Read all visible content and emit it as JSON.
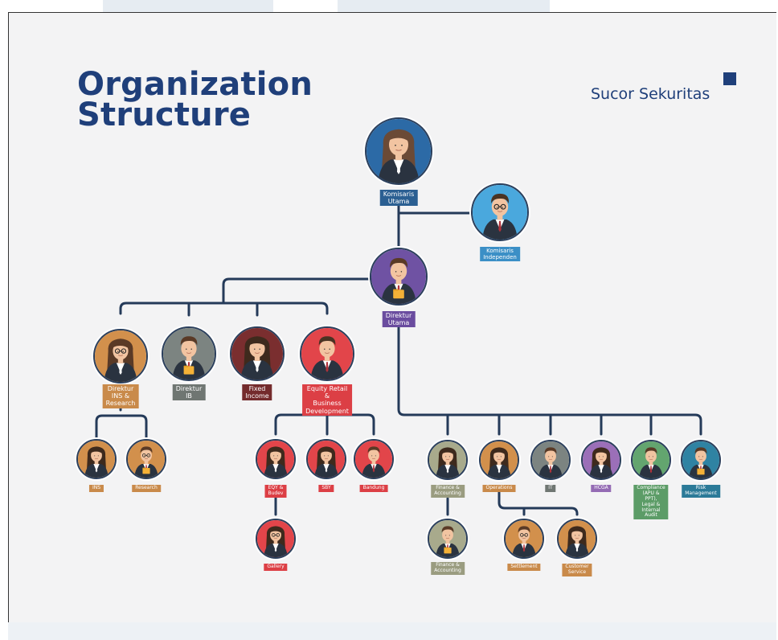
{
  "title": "Organization\nStructure",
  "brand": "Sucor Sekuritas",
  "nodes": [
    {
      "id": "komisaris-utama",
      "label": "Komisaris Utama",
      "bg": "#2c6aa6",
      "lc": "#2b5f92",
      "hair": "#6b4a36",
      "gender": "f",
      "glasses": false,
      "folder": false
    },
    {
      "id": "komisaris-independen",
      "label": "Komisaris Independen",
      "bg": "#4aa8dd",
      "lc": "#3b8fc6",
      "hair": "#4a3323",
      "gender": "m",
      "glasses": true,
      "folder": false
    },
    {
      "id": "direktur-utama",
      "label": "Direktur Utama",
      "bg": "#6f52a3",
      "lc": "#6a4c9f",
      "hair": "#5a3a26",
      "gender": "m",
      "glasses": false,
      "folder": true
    },
    {
      "id": "direktur-ins",
      "label": "Direktur INS &\nResearch",
      "bg": "#d2904c",
      "lc": "#c98a4a",
      "hair": "#5a3a26",
      "gender": "f",
      "glasses": true,
      "folder": false
    },
    {
      "id": "direktur-ib",
      "label": "Direktur IB",
      "bg": "#7c8481",
      "lc": "#6f7672",
      "hair": "#5a3a26",
      "gender": "m",
      "glasses": false,
      "folder": true
    },
    {
      "id": "fixed-income",
      "label": "Fixed Income",
      "bg": "#7a2e2f",
      "lc": "#742b2c",
      "hair": "#3e2a1d",
      "gender": "f",
      "glasses": false,
      "folder": false
    },
    {
      "id": "equity-retail",
      "label": "Equity Retail &\nBusiness Development",
      "bg": "#e2454a",
      "lc": "#dc3f45",
      "hair": "#4a3323",
      "gender": "m",
      "glasses": false,
      "folder": false
    },
    {
      "id": "ins",
      "label": "INS",
      "bg": "#d2904c",
      "lc": "#c98a4a",
      "hair": "#3e2a1d",
      "gender": "f",
      "glasses": false,
      "folder": false
    },
    {
      "id": "research",
      "label": "Research",
      "bg": "#d2904c",
      "lc": "#c98a4a",
      "hair": "#5a3a26",
      "gender": "m",
      "glasses": true,
      "folder": true
    },
    {
      "id": "eqy-budev",
      "label": "EQY & Budev",
      "bg": "#e2454a",
      "lc": "#dc3f45",
      "hair": "#3e2a1d",
      "gender": "f",
      "glasses": false,
      "folder": false
    },
    {
      "id": "sby",
      "label": "SBY",
      "bg": "#e2454a",
      "lc": "#dc3f45",
      "hair": "#3e2a1d",
      "gender": "f",
      "glasses": false,
      "folder": false
    },
    {
      "id": "bandung",
      "label": "Bandung",
      "bg": "#e2454a",
      "lc": "#dc3f45",
      "hair": "#5a3a26",
      "gender": "m",
      "glasses": false,
      "folder": false
    },
    {
      "id": "gallery",
      "label": "Gallery",
      "bg": "#e2454a",
      "lc": "#dc3f45",
      "hair": "#3e2a1d",
      "gender": "f",
      "glasses": true,
      "folder": false
    },
    {
      "id": "finance-accounting",
      "label": "Finance &\nAccounting",
      "bg": "#a8aa8c",
      "lc": "#9a9c80",
      "hair": "#3e2a1d",
      "gender": "f",
      "glasses": false,
      "folder": false
    },
    {
      "id": "operations",
      "label": "Operations",
      "bg": "#d2904c",
      "lc": "#c98a4a",
      "hair": "#3e2a1d",
      "gender": "f",
      "glasses": false,
      "folder": false
    },
    {
      "id": "it",
      "label": "IT",
      "bg": "#7c8481",
      "lc": "#6f7672",
      "hair": "#5a3a26",
      "gender": "m",
      "glasses": false,
      "folder": false
    },
    {
      "id": "hcga",
      "label": "HCGA",
      "bg": "#9b6fb8",
      "lc": "#946bb4",
      "hair": "#3e2a1d",
      "gender": "f",
      "glasses": false,
      "folder": false
    },
    {
      "id": "compliance",
      "label": "Compliance\n(APU & PPT),\nLegal & Internal\nAudit",
      "bg": "#63a56f",
      "lc": "#5c9c67",
      "hair": "#5a3a26",
      "gender": "m",
      "glasses": false,
      "folder": false
    },
    {
      "id": "risk-management",
      "label": "Risk\nManagement",
      "bg": "#2f83a3",
      "lc": "#2b7a98",
      "hair": "#5a3a26",
      "gender": "m",
      "glasses": false,
      "folder": true
    },
    {
      "id": "finance-accounting-2",
      "label": "Finance &\nAccounting",
      "bg": "#a8aa8c",
      "lc": "#9a9c80",
      "hair": "#5a3a26",
      "gender": "m",
      "glasses": false,
      "folder": true
    },
    {
      "id": "settlement",
      "label": "Settlement",
      "bg": "#d2904c",
      "lc": "#c98a4a",
      "hair": "#5a3a26",
      "gender": "m",
      "glasses": true,
      "folder": false
    },
    {
      "id": "customer-service",
      "label": "Customer\nService",
      "bg": "#d2904c",
      "lc": "#c98a4a",
      "hair": "#3e2a1d",
      "gender": "f",
      "glasses": false,
      "folder": false
    }
  ]
}
